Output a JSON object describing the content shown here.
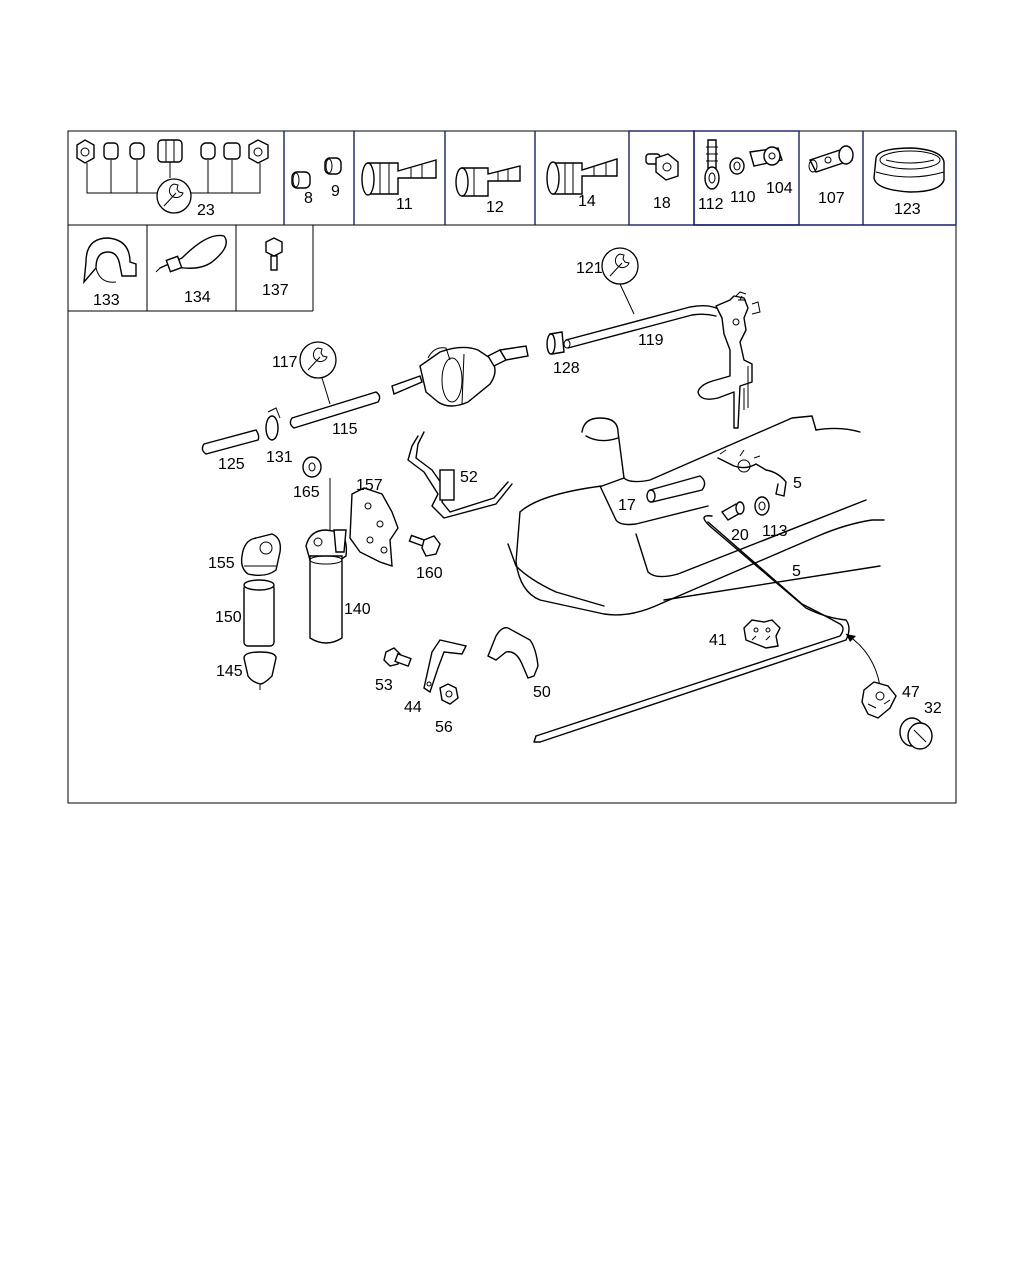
{
  "header_parts": [
    {
      "id": "p23",
      "label": "23"
    },
    {
      "id": "p8",
      "label": "8"
    },
    {
      "id": "p9",
      "label": "9"
    },
    {
      "id": "p11",
      "label": "11"
    },
    {
      "id": "p12",
      "label": "12"
    },
    {
      "id": "p14",
      "label": "14"
    },
    {
      "id": "p18",
      "label": "18"
    },
    {
      "id": "p112",
      "label": "112"
    },
    {
      "id": "p110",
      "label": "110"
    },
    {
      "id": "p104",
      "label": "104"
    },
    {
      "id": "p107",
      "label": "107"
    },
    {
      "id": "p123",
      "label": "123"
    },
    {
      "id": "p133",
      "label": "133"
    },
    {
      "id": "p134",
      "label": "134"
    },
    {
      "id": "p137",
      "label": "137"
    }
  ],
  "main_parts": [
    {
      "id": "p121",
      "label": "121"
    },
    {
      "id": "p119",
      "label": "119"
    },
    {
      "id": "p128",
      "label": "128"
    },
    {
      "id": "p117",
      "label": "117"
    },
    {
      "id": "p115",
      "label": "115"
    },
    {
      "id": "p125",
      "label": "125"
    },
    {
      "id": "p131",
      "label": "131"
    },
    {
      "id": "p165",
      "label": "165"
    },
    {
      "id": "p157",
      "label": "157"
    },
    {
      "id": "p52",
      "label": "52"
    },
    {
      "id": "p17",
      "label": "17"
    },
    {
      "id": "p5a",
      "label": "5"
    },
    {
      "id": "p20",
      "label": "20"
    },
    {
      "id": "p113",
      "label": "113"
    },
    {
      "id": "p5b",
      "label": "5"
    },
    {
      "id": "p155",
      "label": "155"
    },
    {
      "id": "p150",
      "label": "150"
    },
    {
      "id": "p145",
      "label": "145"
    },
    {
      "id": "p140",
      "label": "140"
    },
    {
      "id": "p160",
      "label": "160"
    },
    {
      "id": "p41",
      "label": "41"
    },
    {
      "id": "p53",
      "label": "53"
    },
    {
      "id": "p44",
      "label": "44"
    },
    {
      "id": "p56",
      "label": "56"
    },
    {
      "id": "p50",
      "label": "50"
    },
    {
      "id": "p47",
      "label": "47"
    },
    {
      "id": "p32",
      "label": "32"
    }
  ]
}
